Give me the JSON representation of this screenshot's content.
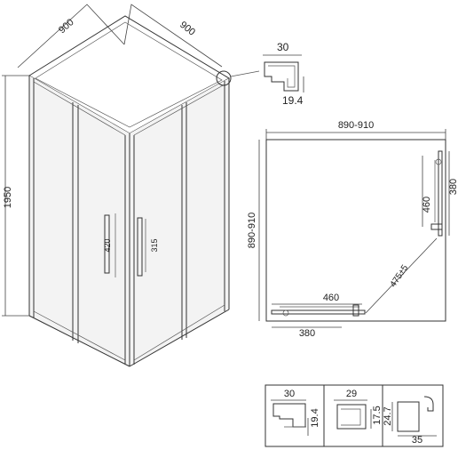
{
  "iso_view": {
    "width_left": "900",
    "width_right": "900",
    "height": "1950",
    "handle_length": "420",
    "handle_spacing": "315"
  },
  "detail_callout": {
    "profile_width": "30",
    "profile_depth": "19.4"
  },
  "plan_view": {
    "overall_width": "890-910",
    "overall_depth": "890-910",
    "door_length_x": "460",
    "door_length_y": "460",
    "opening_x": "380",
    "opening_y": "380",
    "diagonal": "475±5"
  },
  "profile_sections": [
    {
      "width": "30",
      "height": "19.4"
    },
    {
      "width": "29",
      "height": "17.5"
    },
    {
      "width": "35",
      "height": "24.7"
    }
  ]
}
